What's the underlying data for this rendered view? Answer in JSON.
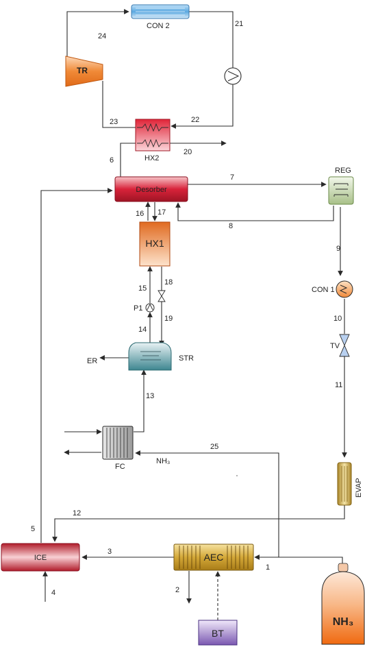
{
  "components": {
    "con2": "CON 2",
    "tr": "TR",
    "hx2": "HX2",
    "desorber": "Desorber",
    "reg": "REG",
    "hx1": "HX1",
    "p1": "P1",
    "con1": "CON 1",
    "tv": "TV",
    "str": "STR",
    "er": "ER",
    "fc": "FC",
    "nh3_fc": "NH₃",
    "evap": "EVAP",
    "ice": "ICE",
    "aec": "AEC",
    "bt": "BT",
    "nh3_tank": "NH₃"
  },
  "streams": {
    "s1": "1",
    "s2": "2",
    "s3": "3",
    "s4": "4",
    "s5": "5",
    "s6": "6",
    "s7": "7",
    "s8": "8",
    "s9": "9",
    "s10": "10",
    "s11": "11",
    "s12": "12",
    "s13": "13",
    "s14": "14",
    "s15": "15",
    "s16": "16",
    "s17": "17",
    "s18": "18",
    "s19": "19",
    "s20": "20",
    "s21": "21",
    "s22": "22",
    "s23": "23",
    "s24": "24",
    "s25": "25"
  },
  "colors": {
    "desorber": "#d8233a",
    "hx1": "#e8742a",
    "reg": "#c8d8b0",
    "str": "#5fa0a8",
    "con2": "#5aa8e0",
    "evap": "#c8a848",
    "aec": "#c8a038",
    "ice": "#c8303a",
    "bt": "#8a6ab8",
    "nh3_tank": "#f07818"
  }
}
